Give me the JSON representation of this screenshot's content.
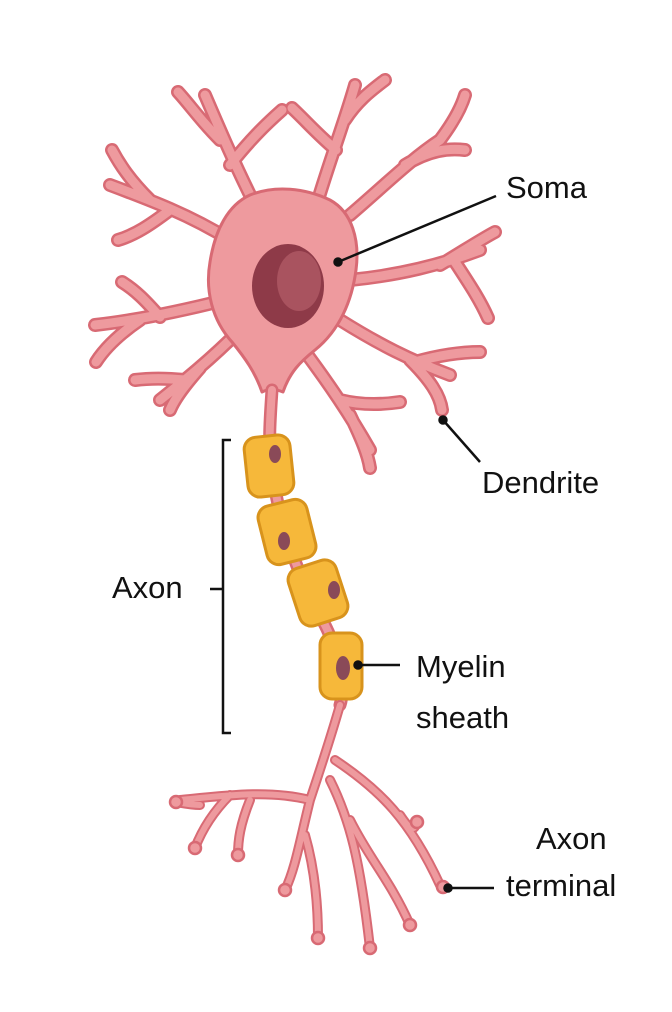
{
  "labels": {
    "soma": "Soma",
    "dendrite": "Dendrite",
    "axon": "Axon",
    "myelin_line1": "Myelin",
    "myelin_line2": "sheath",
    "terminal_line1": "Axon",
    "terminal_line2": "terminal"
  },
  "colors": {
    "neuron_fill": "#ee9a9e",
    "neuron_outline": "#d86a74",
    "nucleus": "#8e3a48",
    "nucleus_highlight": "#a9535f",
    "myelin_fill": "#f6b83a",
    "myelin_outline": "#d8931c",
    "schwann_nucleus": "#8a4a58",
    "leader_line": "#111111"
  }
}
